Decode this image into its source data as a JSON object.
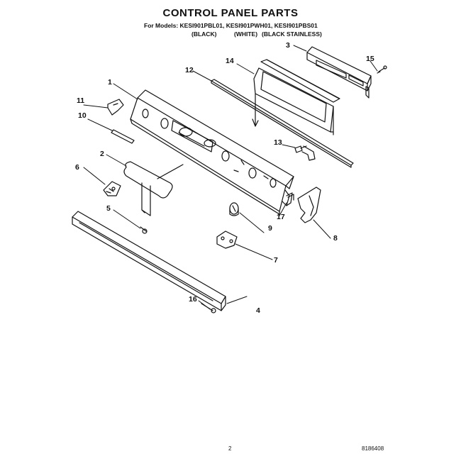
{
  "title": "CONTROL PANEL PARTS",
  "models_line": "For Models: KESI901PBL01, KESI901PWH01, KESI901PBS01",
  "variants": [
    "(BLACK)",
    "(WHITE)",
    "(BLACK STAINLESS)"
  ],
  "callouts": [
    "1",
    "2",
    "3",
    "4",
    "5",
    "6",
    "7",
    "8",
    "9",
    "10",
    "11",
    "12",
    "13",
    "14",
    "15",
    "16",
    "17"
  ],
  "footer": {
    "page": "2",
    "code": "8186408"
  }
}
